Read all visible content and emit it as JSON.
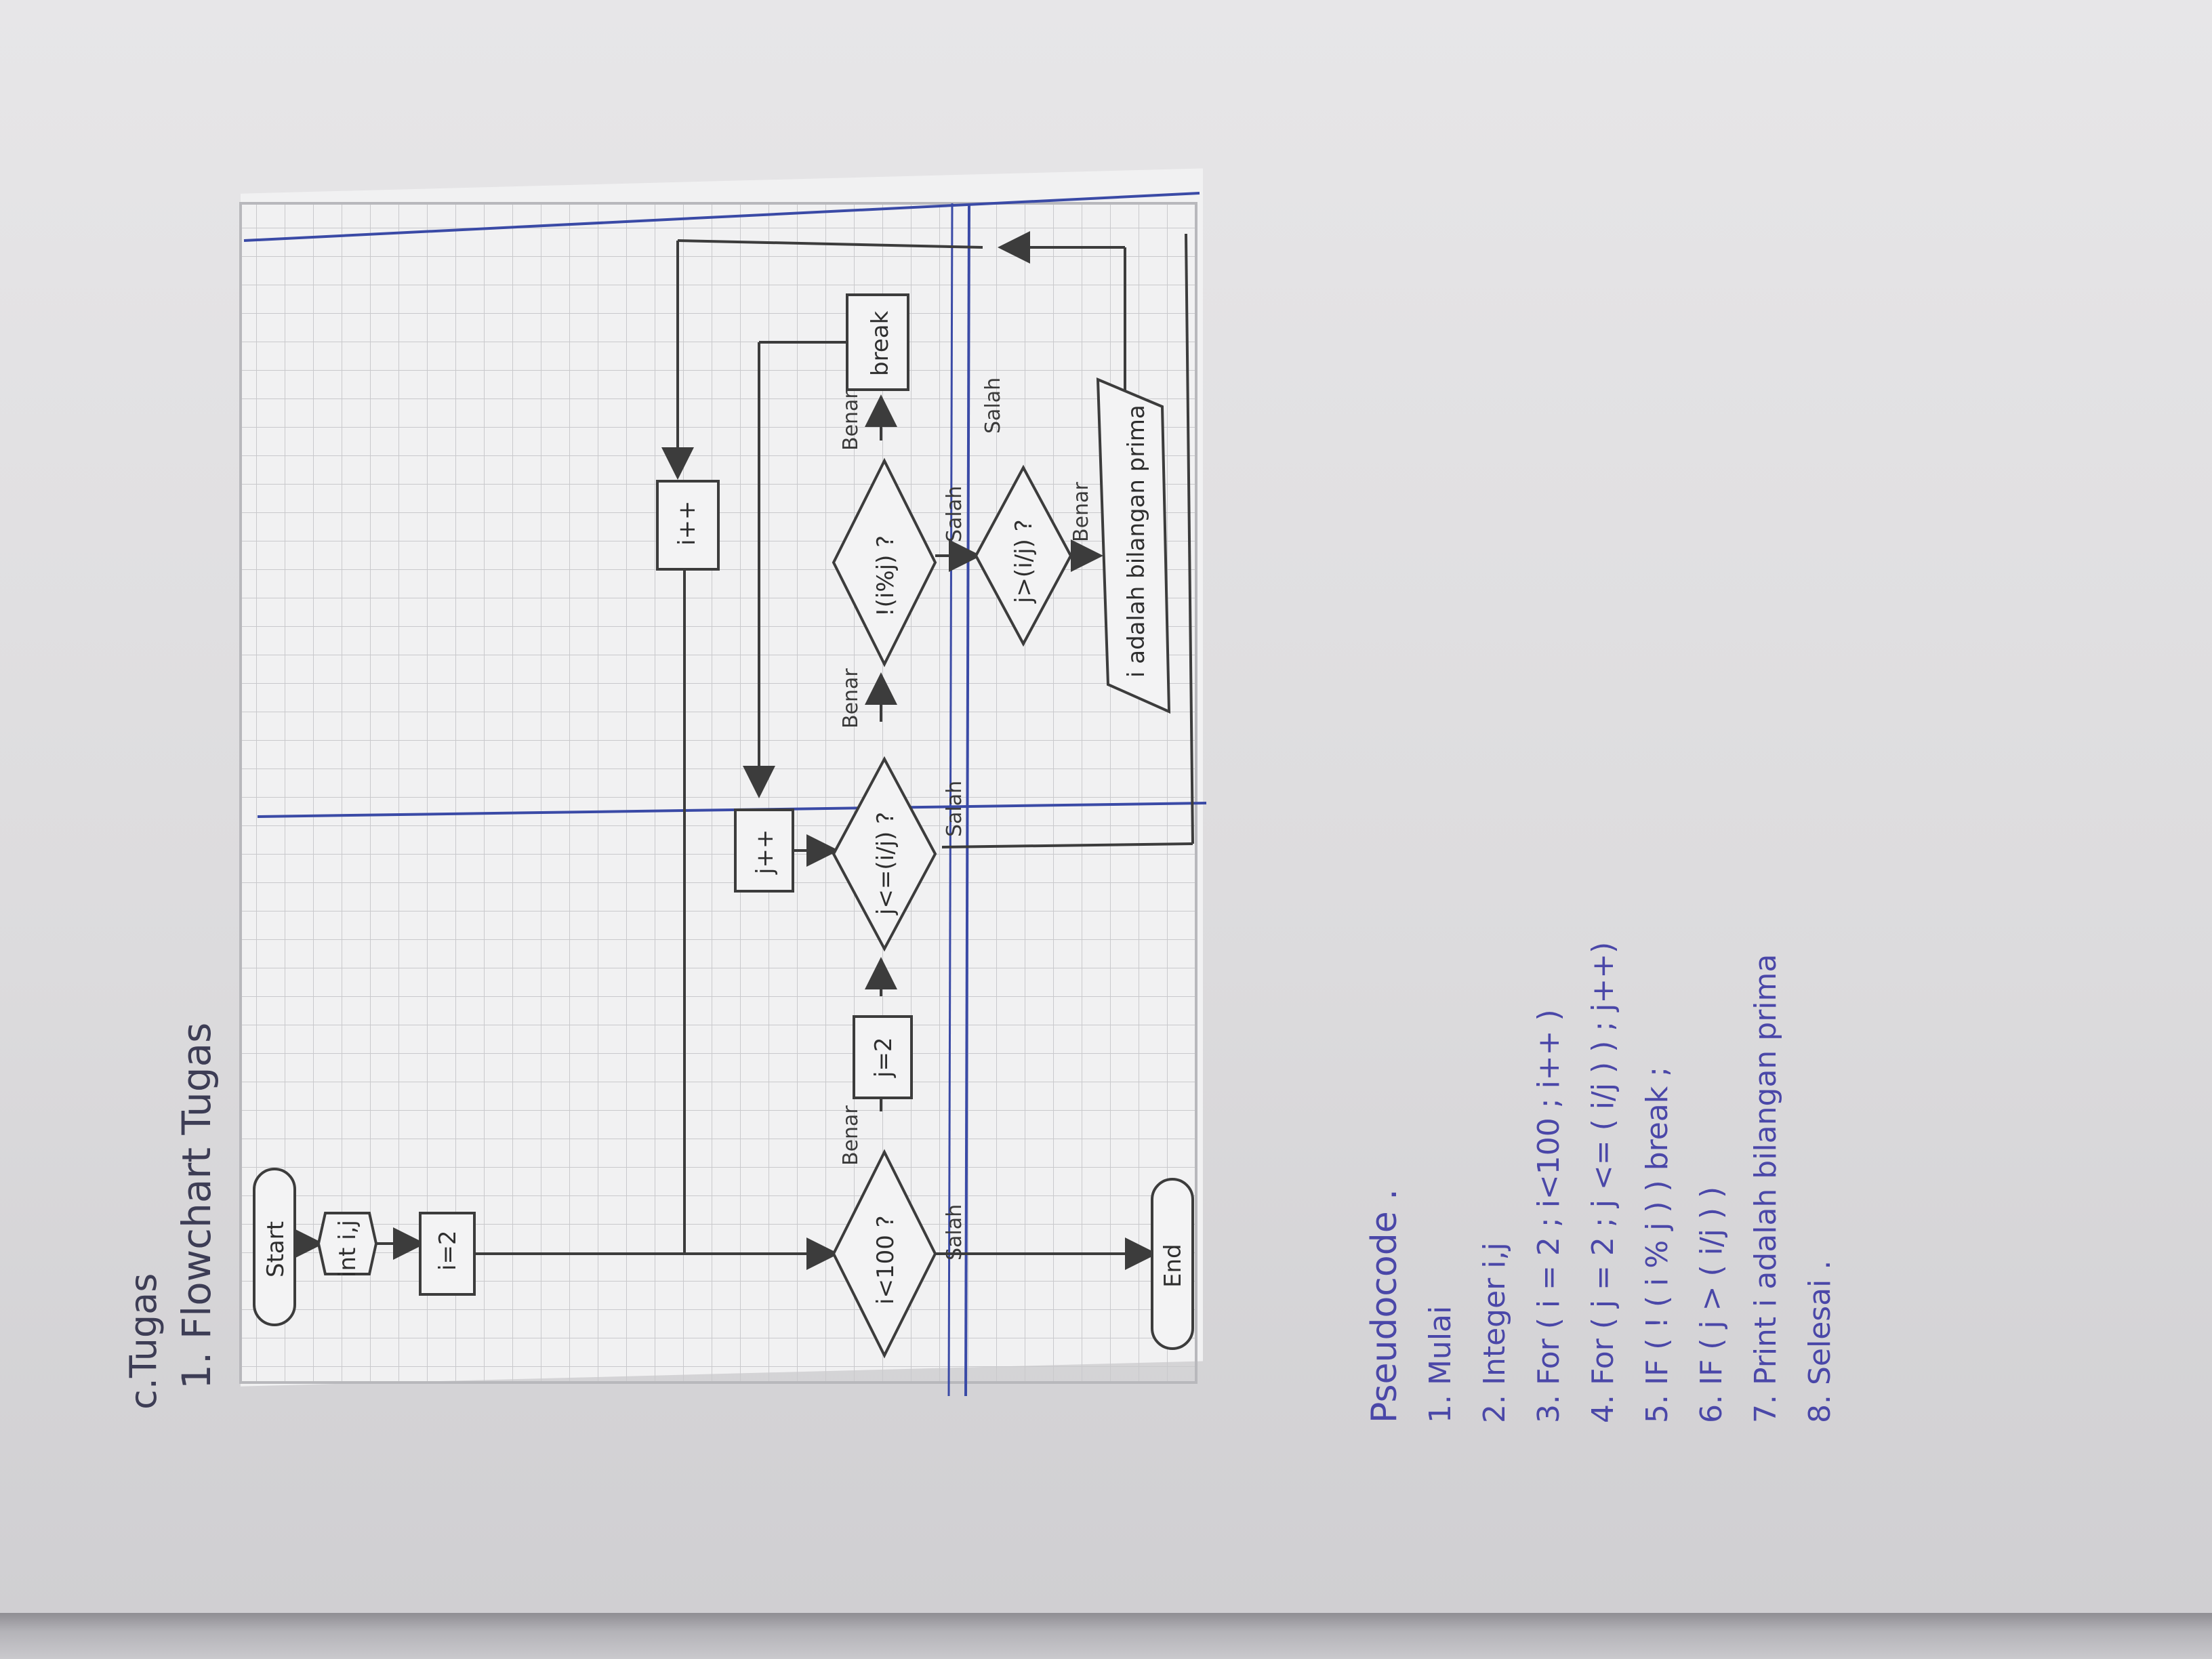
{
  "header": {
    "section": "c.Tugas",
    "subtitle": "1. Flowchart Tugas"
  },
  "flowchart": {
    "start": "Start",
    "declare": "int i,j",
    "init_i": "i=2",
    "cond_i": "i<100 ?",
    "init_j": "j=2",
    "cond_j": "j<=(i/j) ?",
    "cond_mod": "!(i%j) ?",
    "brk": "break",
    "inc_j": "j++",
    "inc_i": "i++",
    "cond_prime": "j>(i/j) ?",
    "output": "i adalah bilangan prima",
    "end": "End",
    "benar": "Benar",
    "salah": "Salah"
  },
  "pseudocode": {
    "title": "Pseudocode .",
    "lines": [
      "1. Mulai",
      "2. Integer i,j",
      "3. For ( i = 2 ; i<100 ; i++ )",
      "4. For ( j = 2 ; j <= ( i/j ) ) ; j++)",
      "5. IF ( ! ( i % j ) ) break ;",
      "6. IF ( j > ( i/j ) )",
      "7. Print i adalah bilangan prima",
      "8. Selesai ."
    ]
  },
  "colors": {
    "ink": "#4a47a8",
    "paper": "#f1f1f2",
    "grid": "#c9c9cc",
    "margin_line": "#3a4aa6",
    "shape_stroke": "#3c3c3c"
  }
}
